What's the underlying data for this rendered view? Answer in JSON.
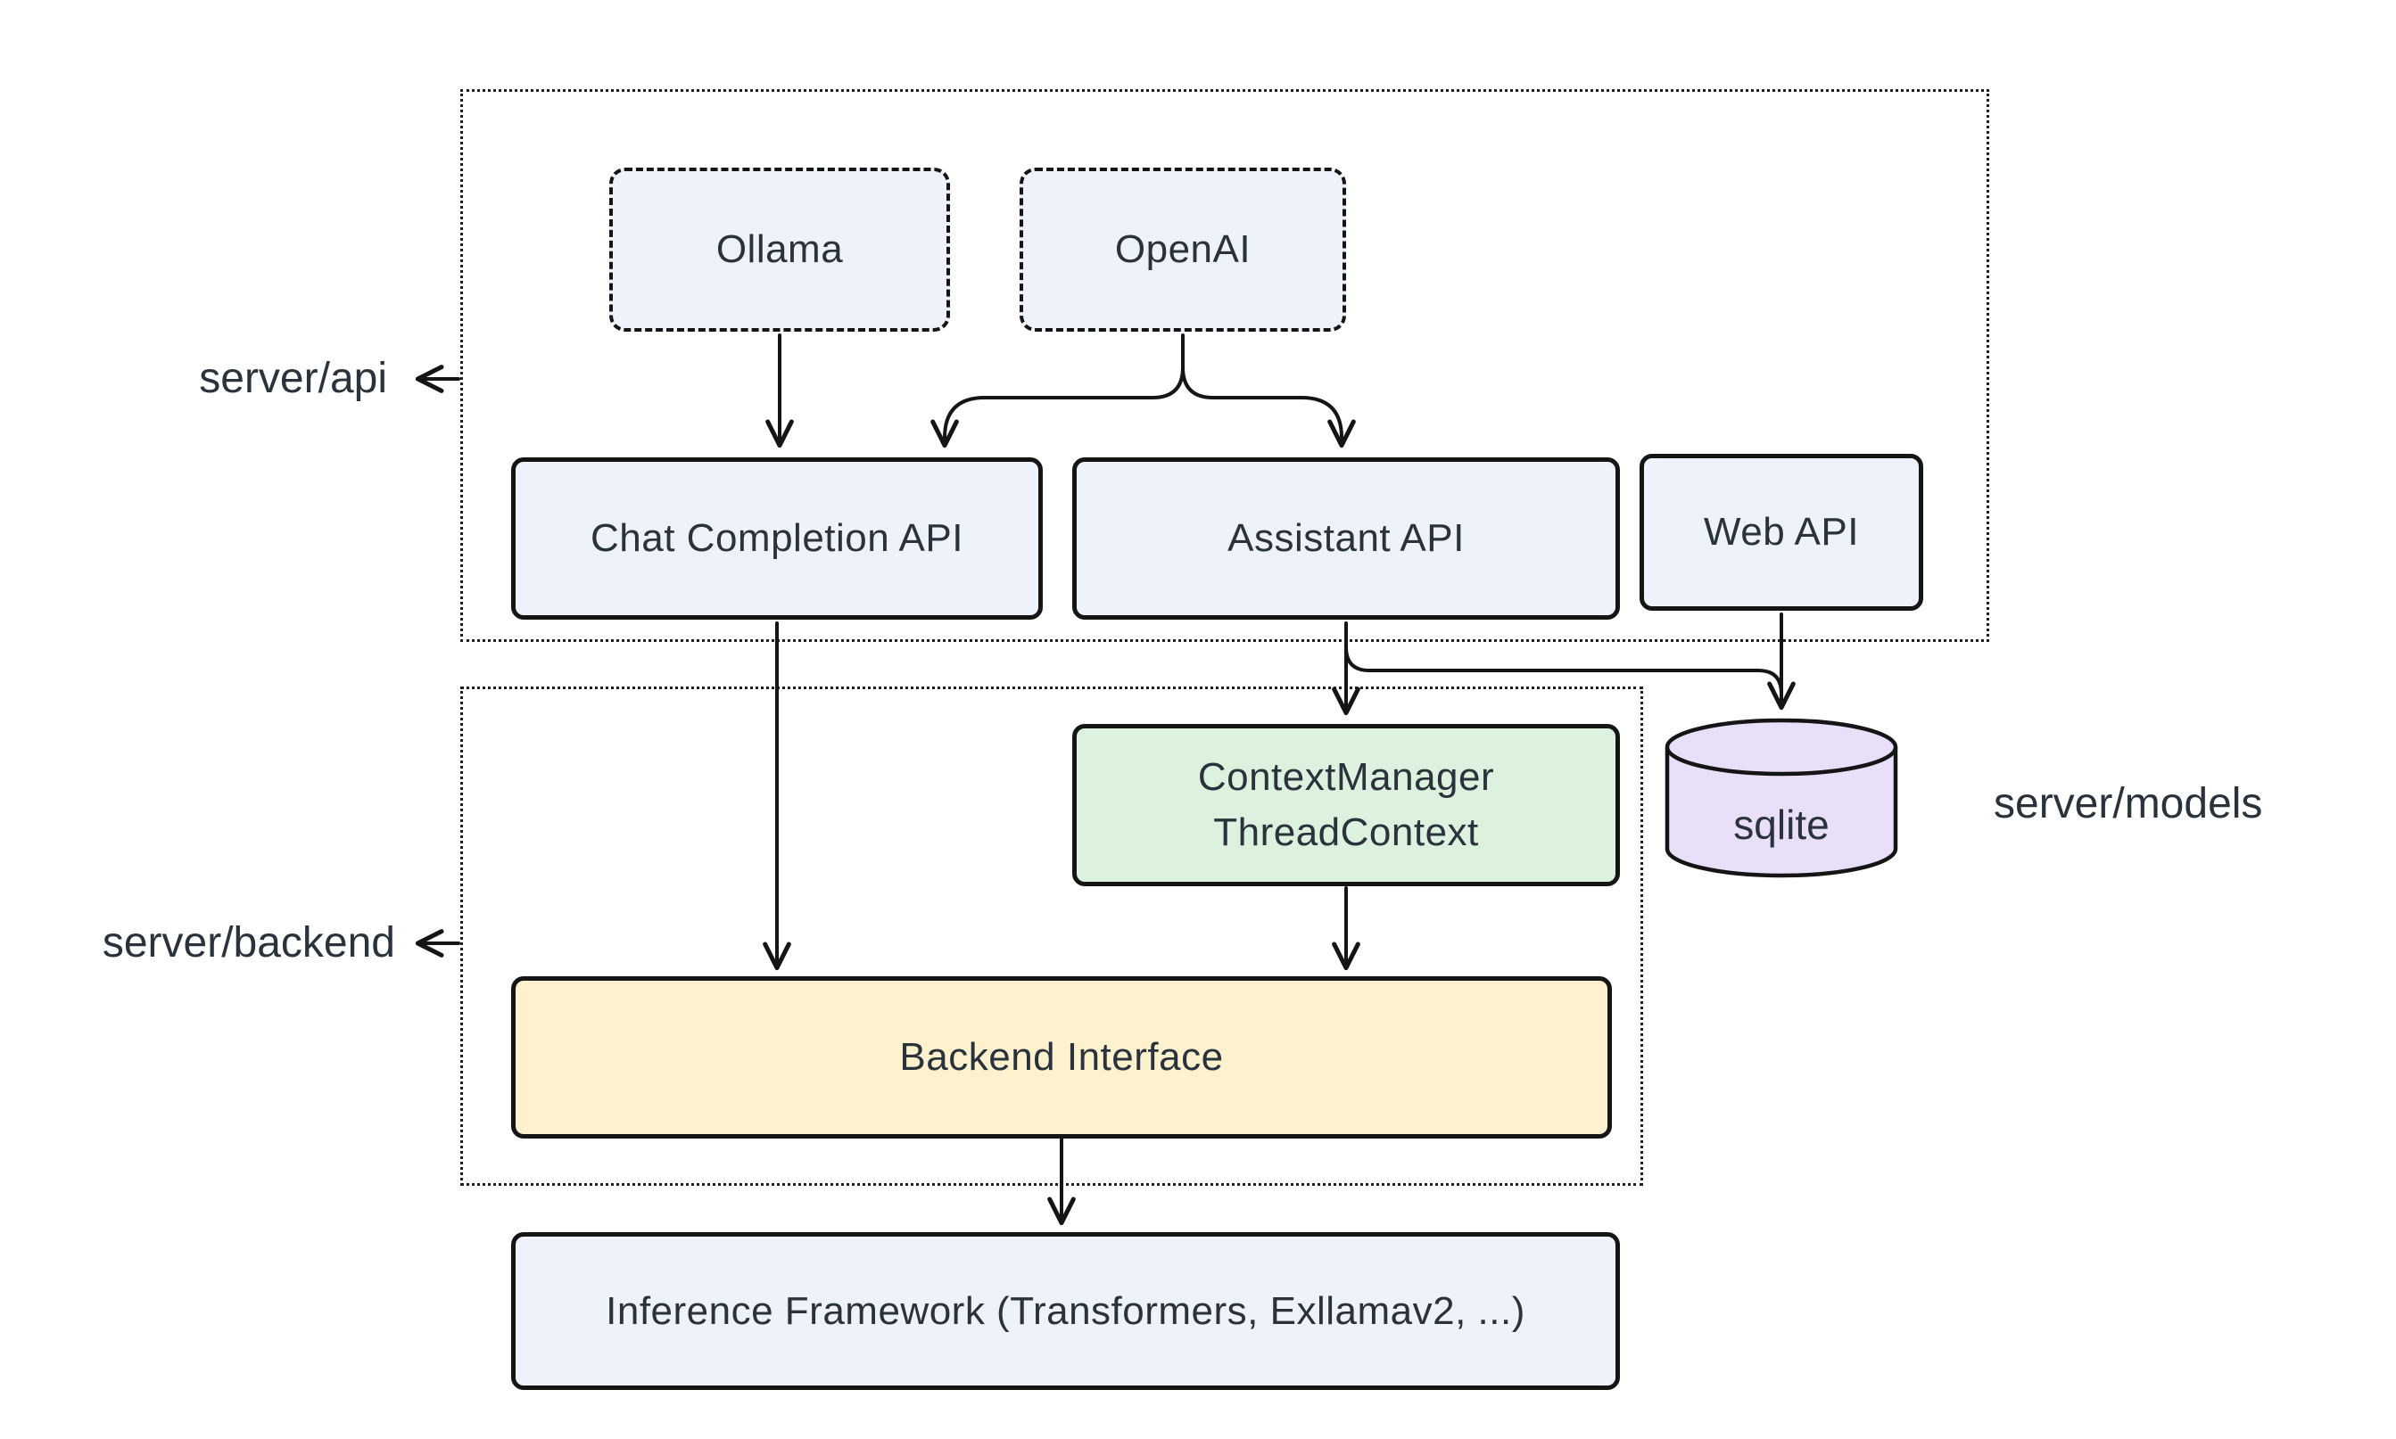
{
  "containers": {
    "api": {
      "label": "server/api"
    },
    "backend": {
      "label": "server/backend"
    },
    "models": {
      "label": "server/models"
    }
  },
  "nodes": {
    "ollama": {
      "label": "Ollama"
    },
    "openai": {
      "label": "OpenAI"
    },
    "chat_completion_api": {
      "label": "Chat Completion API"
    },
    "assistant_api": {
      "label": "Assistant API"
    },
    "web_api": {
      "label": "Web API"
    },
    "context_manager": {
      "line1": "ContextManager",
      "line2": "ThreadContext"
    },
    "sqlite": {
      "label": "sqlite"
    },
    "backend_interface": {
      "label": "Backend Interface"
    },
    "inference_framework": {
      "label": "Inference Framework (Transformers, Exllamav2, ...)"
    }
  },
  "colors": {
    "node_blue": "#edf2fb",
    "node_green": "#dcf2de",
    "node_yellow": "#fdf1ce",
    "node_purple": "#e9dff8",
    "stroke": "#151515",
    "text": "#2a323c",
    "background": "#ffffff"
  },
  "edges": [
    {
      "from": "Ollama",
      "to": "Chat Completion API"
    },
    {
      "from": "OpenAI",
      "to": "Chat Completion API"
    },
    {
      "from": "OpenAI",
      "to": "Assistant API"
    },
    {
      "from": "Chat Completion API",
      "to": "Backend Interface"
    },
    {
      "from": "Assistant API",
      "to": "ContextManager ThreadContext"
    },
    {
      "from": "Assistant API",
      "to": "sqlite"
    },
    {
      "from": "Web API",
      "to": "sqlite"
    },
    {
      "from": "ContextManager ThreadContext",
      "to": "Backend Interface"
    },
    {
      "from": "Backend Interface",
      "to": "Inference Framework (Transformers, Exllamav2, ...)"
    }
  ]
}
